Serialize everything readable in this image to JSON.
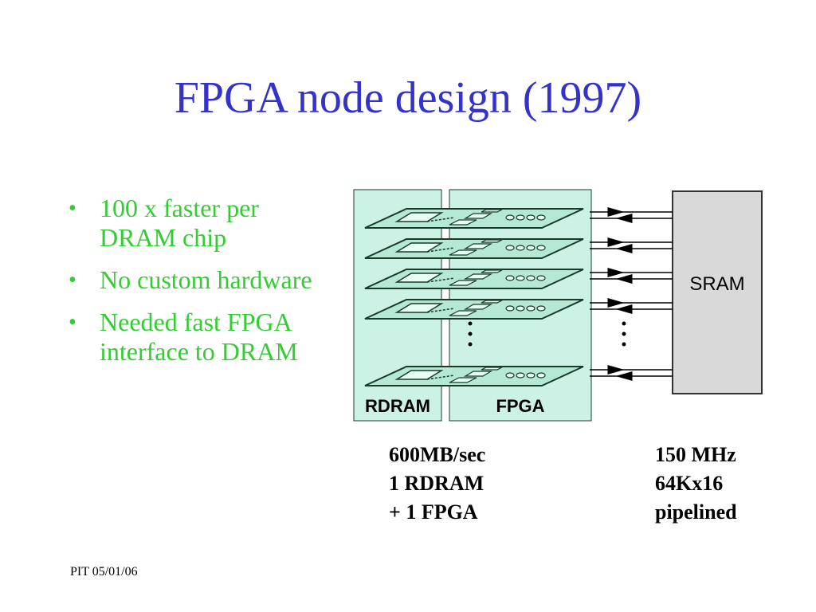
{
  "slide": {
    "title": "FPGA node design (1997)",
    "bullets": [
      "100 x faster per DRAM chip",
      "No custom hardware",
      "Needed fast FPGA interface to DRAM"
    ],
    "footer": "PIT 05/01/06"
  },
  "diagram": {
    "labels": {
      "rdram": "RDRAM",
      "fpga": "FPGA",
      "sram": "SRAM"
    },
    "ellipsis": "•\n•\n•",
    "colors": {
      "board_fill": "#ccf2e6",
      "chip_fill": "#b6e8d6",
      "sram_fill": "#d9d9d9",
      "stroke": "#1a3a2a"
    }
  },
  "specs": {
    "left": [
      "600MB/sec",
      "1 RDRAM",
      "+ 1 FPGA"
    ],
    "right": [
      "150 MHz",
      "64Kx16",
      "pipelined"
    ]
  }
}
